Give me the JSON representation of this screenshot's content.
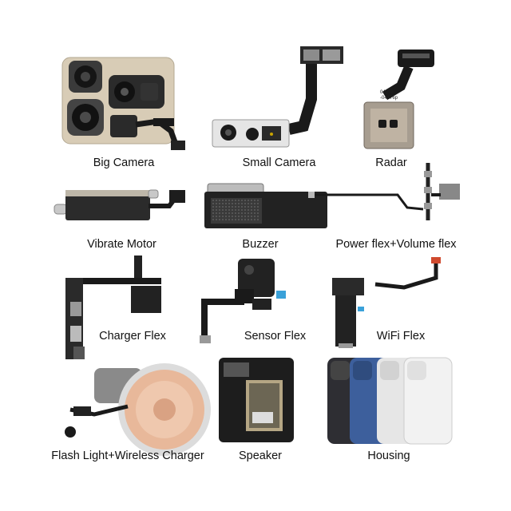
{
  "parts": [
    {
      "id": "big-camera",
      "label": "Big Camera"
    },
    {
      "id": "small-camera",
      "label": "Small Camera"
    },
    {
      "id": "radar",
      "label": "Radar"
    },
    {
      "id": "vibrate-motor",
      "label": "Vibrate Motor"
    },
    {
      "id": "buzzer",
      "label": "Buzzer"
    },
    {
      "id": "power-volume-flex",
      "label": "Power flex+Volume flex"
    },
    {
      "id": "charger-flex",
      "label": "Charger Flex"
    },
    {
      "id": "sensor-flex",
      "label": "Sensor Flex"
    },
    {
      "id": "wifi-flex",
      "label": "WiFi Flex"
    },
    {
      "id": "flash-wireless",
      "label": "Flash Light+Wireless Charger"
    },
    {
      "id": "speaker",
      "label": "Speaker"
    },
    {
      "id": "housing",
      "label": "Housing"
    }
  ],
  "radar_chip_text": "04398\n-04176p",
  "colors": {
    "flex_black": "#1a1a1a",
    "bracket_gold": "#d9cdb8",
    "coil_copper": "#e8b89a",
    "housing_black": "#2e2e33",
    "housing_blue": "#3d5f9c",
    "housing_white": "#e6e6e6",
    "housing_silver": "#f2f2f2"
  }
}
